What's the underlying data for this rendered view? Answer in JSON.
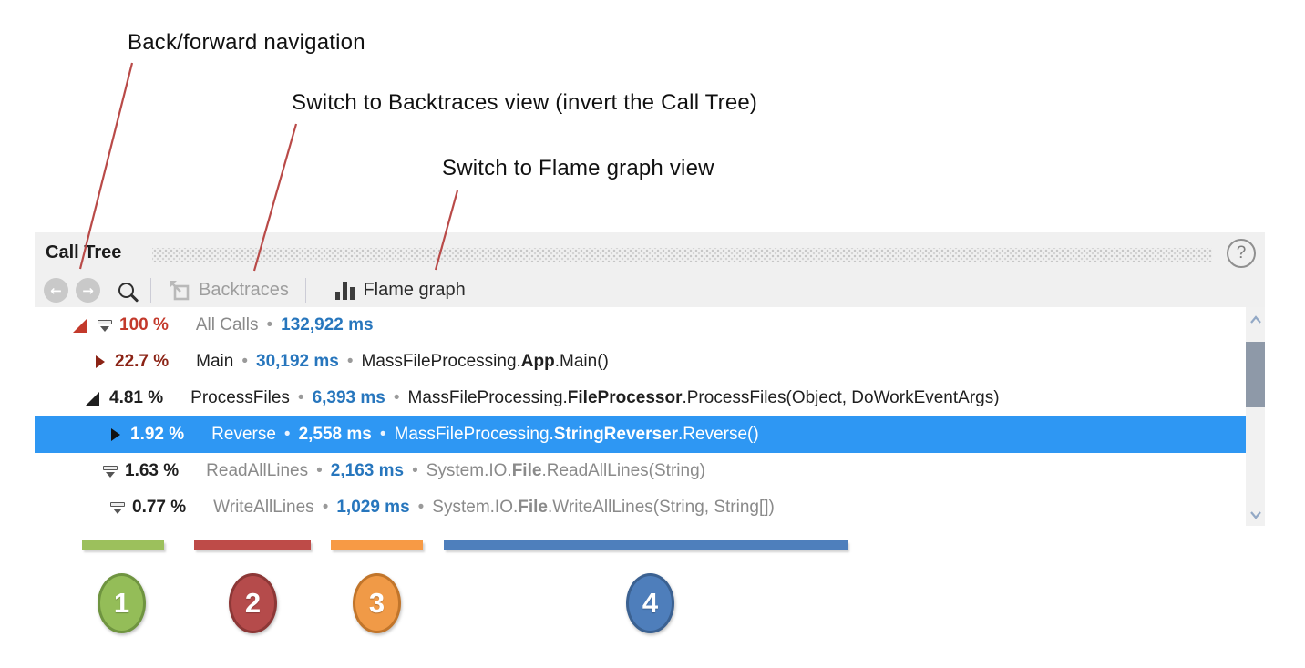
{
  "annotations": {
    "labels": [
      {
        "text": "Back/forward navigation"
      },
      {
        "text": "Switch to Backtraces view (invert the Call Tree)"
      },
      {
        "text": "Switch to Flame graph view"
      }
    ],
    "line_color": "#b94a48"
  },
  "panel": {
    "title": "Call Tree",
    "help_label": "?",
    "bullet": "•",
    "toolbar": {
      "back_glyph": "←",
      "forward_glyph": "→",
      "backtraces_label": "Backtraces",
      "flame_graph_label": "Flame graph"
    },
    "icons": {
      "back": "back-circle-arrow",
      "forward": "forward-circle-arrow",
      "search": "magnifier",
      "backtraces": "square-with-outgoing-arrow",
      "flame_graph": "bar-chart",
      "help": "question-mark-circle",
      "row_expanded": "filled-corner-triangle",
      "row_collapsed": "filled-right-triangle",
      "row_filter": "bar-over-down-triangle"
    },
    "colors": {
      "header_bg": "#f0f0f0",
      "selection_bg": "#2e97f3",
      "time_blue": "#2776bd",
      "heat_hot": "#c3392b",
      "heat_warm": "#8b2315",
      "system_gray": "#8a8a8a"
    },
    "rows": [
      {
        "percent": "100 %",
        "name": "All Calls",
        "time": "132,922 ms"
      },
      {
        "percent": "22.7 %",
        "name": "Main",
        "time": "30,192 ms",
        "sig_prefix": "MassFileProcessing.",
        "sig_class": "App",
        "sig_suffix": ".Main()"
      },
      {
        "percent": "4.81 %",
        "name": "ProcessFiles",
        "time": "6,393 ms",
        "sig_prefix": "MassFileProcessing.",
        "sig_class": "FileProcessor",
        "sig_suffix": ".ProcessFiles(Object, DoWorkEventArgs)"
      },
      {
        "percent": "1.92 %",
        "name": "Reverse",
        "time": "2,558 ms",
        "sig_prefix": "MassFileProcessing.",
        "sig_class": "StringReverser",
        "sig_suffix": ".Reverse()",
        "selected": true
      },
      {
        "percent": "1.63 %",
        "name": "ReadAllLines",
        "time": "2,163 ms",
        "sig_prefix": "System.IO.",
        "sig_class": "File",
        "sig_suffix": ".ReadAllLines(String)"
      },
      {
        "percent": "0.77 %",
        "name": "WriteAllLines",
        "time": "1,029 ms",
        "sig_prefix": "System.IO.",
        "sig_class": "File",
        "sig_suffix": ".WriteAllLines(String, String[])"
      }
    ]
  },
  "legend": {
    "badges": [
      {
        "number": "1",
        "color": "#9bbb59",
        "meaning": "percent column underline"
      },
      {
        "number": "2",
        "color": "#c0504d",
        "meaning": "function name underline"
      },
      {
        "number": "3",
        "color": "#f79646",
        "meaning": "time (ms) underline"
      },
      {
        "number": "4",
        "color": "#4f81bd",
        "meaning": "full signature underline"
      }
    ]
  }
}
